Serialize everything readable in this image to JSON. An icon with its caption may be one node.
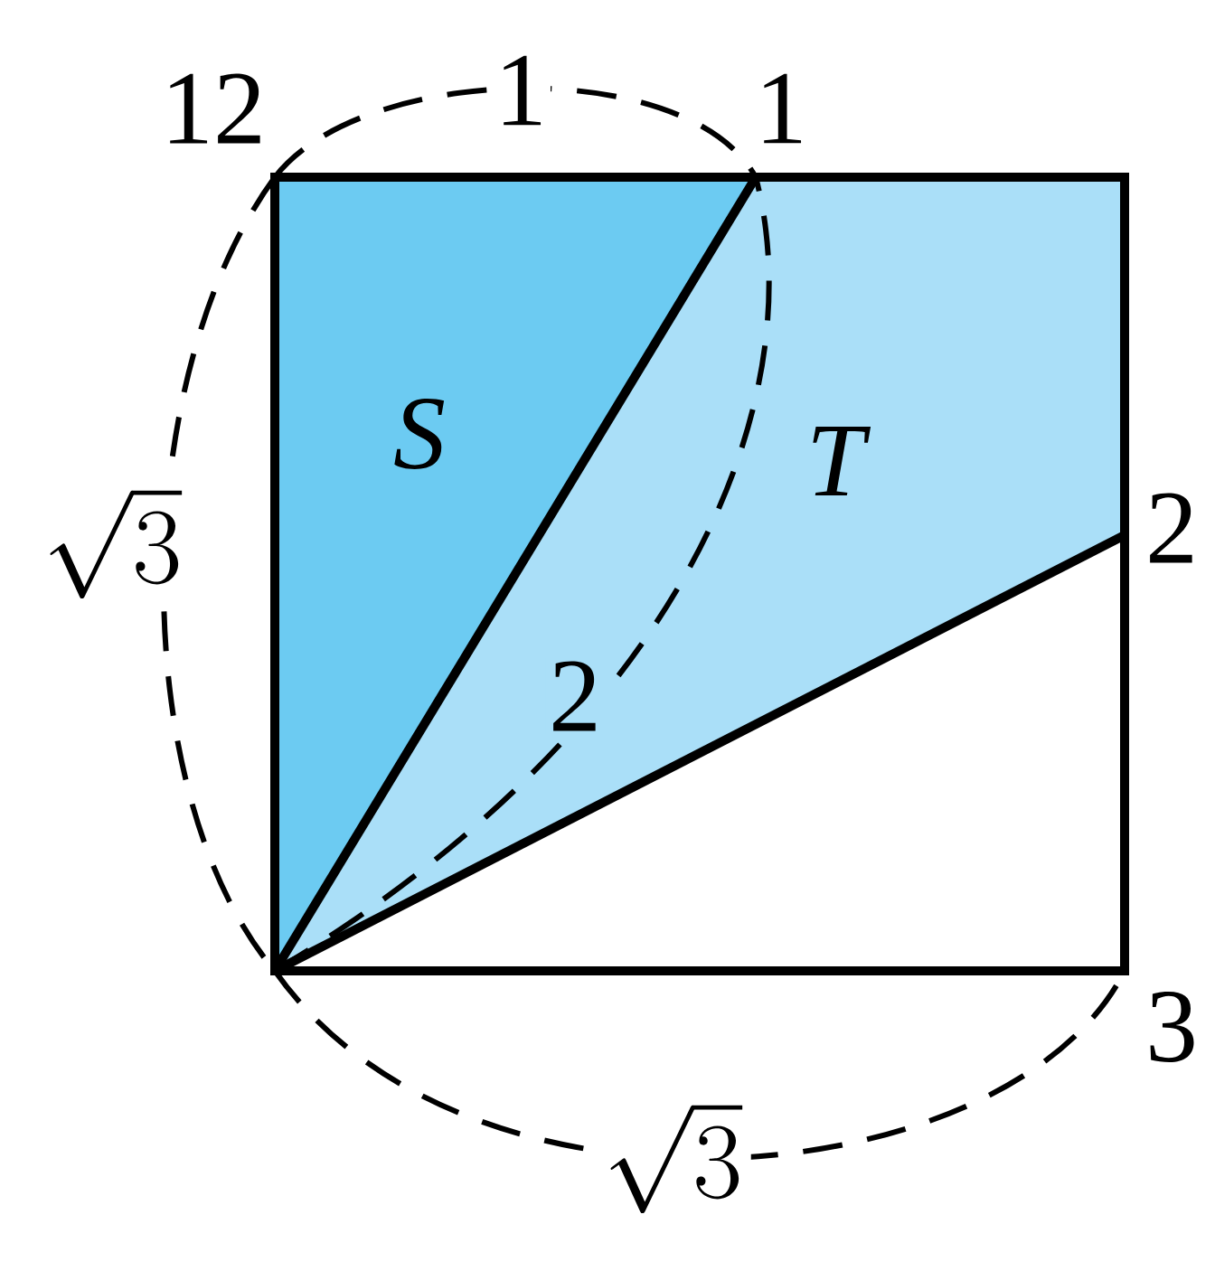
{
  "diagram": {
    "nodes": [
      {
        "text": [
          "S"
        ]
      },
      {
        "text": [
          "T"
        ]
      }
    ],
    "labels": [
      "12",
      "1",
      "1",
      "\\sqrt{3}",
      "2",
      "2",
      "3",
      "\\sqrt{3}"
    ]
  }
}
